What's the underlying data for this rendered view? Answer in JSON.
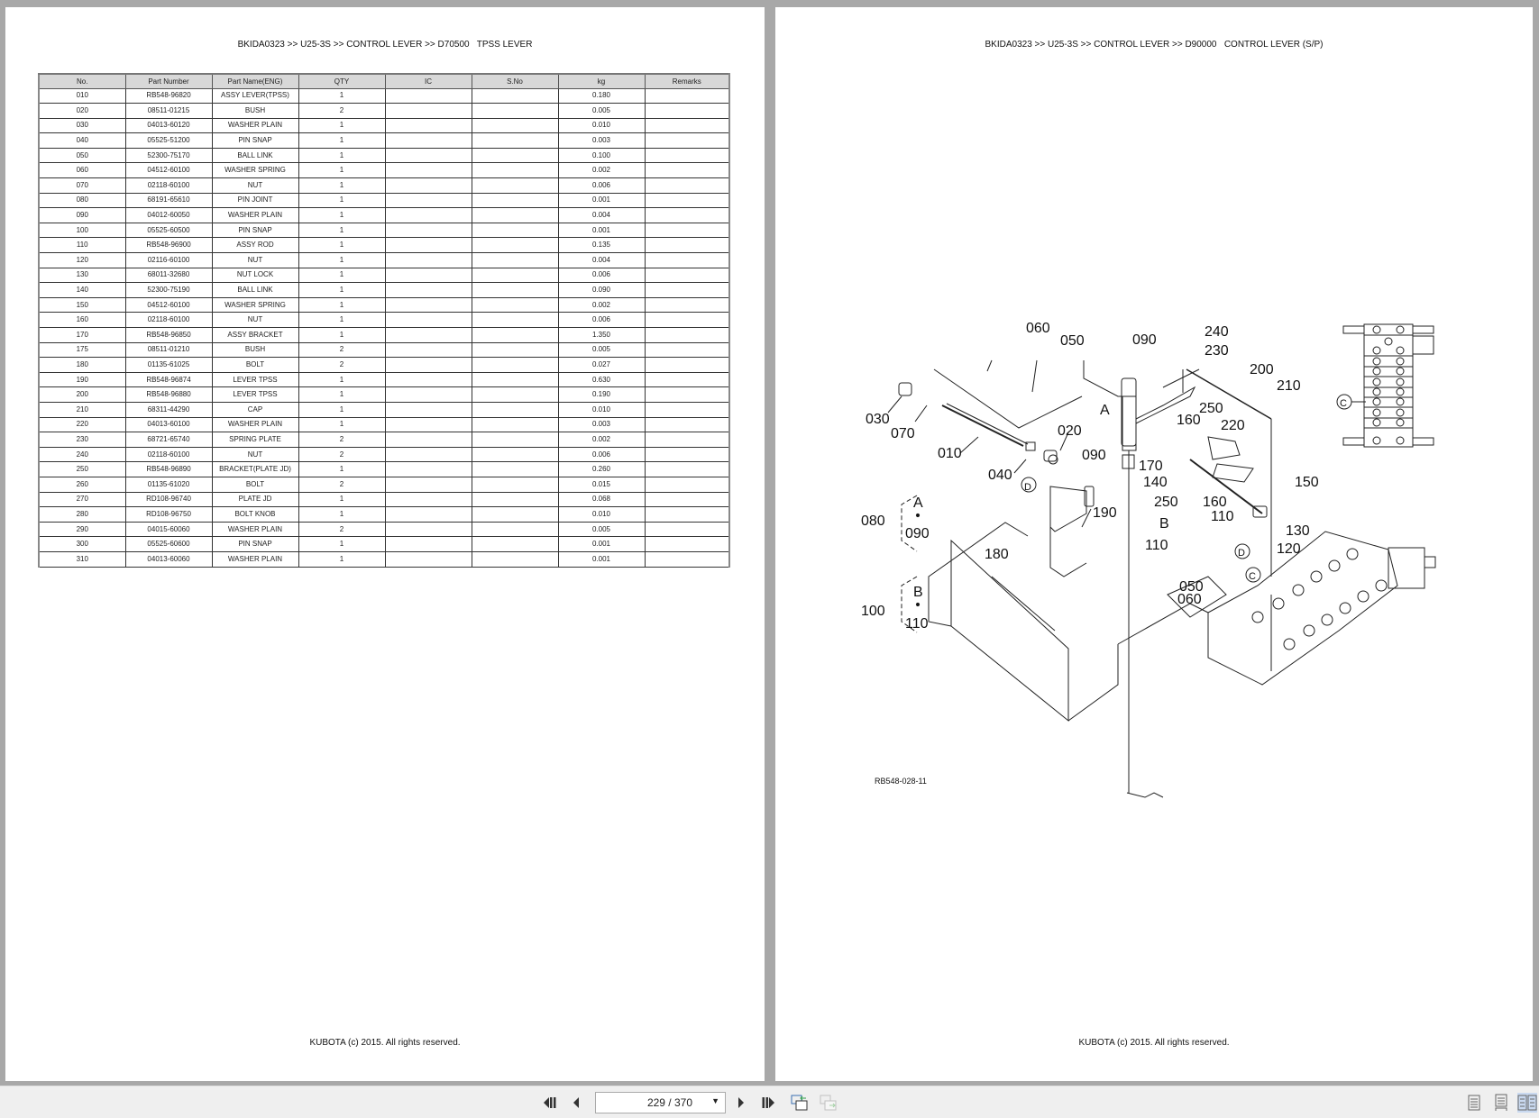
{
  "viewer": {
    "left_page": {
      "header": "BKIDA0323 >> U25-3S >> CONTROL LEVER >> D70500   TPSS LEVER",
      "footer": "KUBOTA (c) 2015. All rights reserved.",
      "table": {
        "columns": [
          "No.",
          "Part Number",
          "Part Name(ENG)",
          "QTY",
          "IC",
          "S.No",
          "kg",
          "Remarks"
        ],
        "rows": [
          [
            "010",
            "RB548-96820",
            "ASSY LEVER(TPSS)",
            "1",
            "",
            "",
            "0.180",
            ""
          ],
          [
            "020",
            "08511-01215",
            "BUSH",
            "2",
            "",
            "",
            "0.005",
            ""
          ],
          [
            "030",
            "04013-60120",
            "WASHER PLAIN",
            "1",
            "",
            "",
            "0.010",
            ""
          ],
          [
            "040",
            "05525-51200",
            "PIN SNAP",
            "1",
            "",
            "",
            "0.003",
            ""
          ],
          [
            "050",
            "52300-75170",
            "BALL LINK",
            "1",
            "",
            "",
            "0.100",
            ""
          ],
          [
            "060",
            "04512-60100",
            "WASHER SPRING",
            "1",
            "",
            "",
            "0.002",
            ""
          ],
          [
            "070",
            "02118-60100",
            "NUT",
            "1",
            "",
            "",
            "0.006",
            ""
          ],
          [
            "080",
            "68191-65610",
            "PIN JOINT",
            "1",
            "",
            "",
            "0.001",
            ""
          ],
          [
            "090",
            "04012-60050",
            "WASHER PLAIN",
            "1",
            "",
            "",
            "0.004",
            ""
          ],
          [
            "100",
            "05525-60500",
            "PIN SNAP",
            "1",
            "",
            "",
            "0.001",
            ""
          ],
          [
            "110",
            "RB548-96900",
            "ASSY ROD",
            "1",
            "",
            "",
            "0.135",
            ""
          ],
          [
            "120",
            "02116-60100",
            "NUT",
            "1",
            "",
            "",
            "0.004",
            ""
          ],
          [
            "130",
            "68011-32680",
            "NUT LOCK",
            "1",
            "",
            "",
            "0.006",
            ""
          ],
          [
            "140",
            "52300-75190",
            "BALL LINK",
            "1",
            "",
            "",
            "0.090",
            ""
          ],
          [
            "150",
            "04512-60100",
            "WASHER SPRING",
            "1",
            "",
            "",
            "0.002",
            ""
          ],
          [
            "160",
            "02118-60100",
            "NUT",
            "1",
            "",
            "",
            "0.006",
            ""
          ],
          [
            "170",
            "RB548-96850",
            "ASSY BRACKET",
            "1",
            "",
            "",
            "1.350",
            ""
          ],
          [
            "175",
            "08511-01210",
            "BUSH",
            "2",
            "",
            "",
            "0.005",
            ""
          ],
          [
            "180",
            "01135-61025",
            "BOLT",
            "2",
            "",
            "",
            "0.027",
            ""
          ],
          [
            "190",
            "RB548-96874",
            "LEVER TPSS",
            "1",
            "",
            "",
            "0.630",
            ""
          ],
          [
            "200",
            "RB548-96880",
            "LEVER TPSS",
            "1",
            "",
            "",
            "0.190",
            ""
          ],
          [
            "210",
            "68311-44290",
            "CAP",
            "1",
            "",
            "",
            "0.010",
            ""
          ],
          [
            "220",
            "04013-60100",
            "WASHER PLAIN",
            "1",
            "",
            "",
            "0.003",
            ""
          ],
          [
            "230",
            "68721-65740",
            "SPRING PLATE",
            "2",
            "",
            "",
            "0.002",
            ""
          ],
          [
            "240",
            "02118-60100",
            "NUT",
            "2",
            "",
            "",
            "0.006",
            ""
          ],
          [
            "250",
            "RB548-96890",
            "BRACKET(PLATE JD)",
            "1",
            "",
            "",
            "0.260",
            ""
          ],
          [
            "260",
            "01135-61020",
            "BOLT",
            "2",
            "",
            "",
            "0.015",
            ""
          ],
          [
            "270",
            "RD108-96740",
            "PLATE JD",
            "1",
            "",
            "",
            "0.068",
            ""
          ],
          [
            "280",
            "RD108-96750",
            "BOLT KNOB",
            "1",
            "",
            "",
            "0.010",
            ""
          ],
          [
            "290",
            "04015-60060",
            "WASHER PLAIN",
            "2",
            "",
            "",
            "0.005",
            ""
          ],
          [
            "300",
            "05525-60600",
            "PIN SNAP",
            "1",
            "",
            "",
            "0.001",
            ""
          ],
          [
            "310",
            "04013-60060",
            "WASHER PLAIN",
            "1",
            "",
            "",
            "0.001",
            ""
          ]
        ]
      }
    },
    "right_page": {
      "header": "BKIDA0323 >> U25-3S >> CONTROL LEVER >> D90000   CONTROL LEVER (S/P)",
      "footer": "KUBOTA (c) 2015. All rights reserved.",
      "diagram": {
        "drawing_code": "RB548-028-11",
        "callouts": [
          "010",
          "020",
          "030",
          "040",
          "050",
          "060",
          "070",
          "080",
          "090",
          "100",
          "110",
          "120",
          "130",
          "140",
          "150",
          "160",
          "170",
          "180",
          "190",
          "200",
          "210",
          "220",
          "230",
          "240",
          "250"
        ],
        "reference_marks": [
          "A",
          "B",
          "C",
          "D"
        ],
        "detail_A": {
          "letter": "A",
          "label": "080",
          "sub": "090"
        },
        "detail_B": {
          "letter": "B",
          "label": "100",
          "sub": "110"
        }
      }
    }
  },
  "toolbar": {
    "first_page_icon": "first-page-icon",
    "prev_page_icon": "prev-page-icon",
    "page_indicator": "229 / 370",
    "next_page_icon": "next-page-icon",
    "last_page_icon": "last-page-icon",
    "view_modes": [
      "single-page",
      "continuous",
      "two-page"
    ],
    "active_view_mode": "two-page"
  }
}
